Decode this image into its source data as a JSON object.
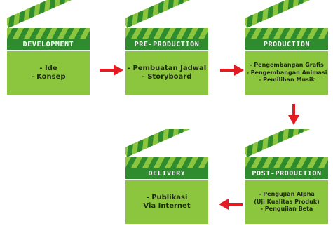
{
  "stages": [
    {
      "title": "DEVELOPMENT",
      "items": [
        "- Ide",
        "- Konsep"
      ]
    },
    {
      "title": "PRE-PRODUCTION",
      "items": [
        "- Pembuatan Jadwal",
        "- Storyboard"
      ]
    },
    {
      "title": "PRODUCTION",
      "items": [
        "- Pengembangan Grafis",
        "- Pengembangan Animasi",
        "- Pemilihan Musik"
      ]
    },
    {
      "title": "POST-PRODUCTION",
      "items": [
        "- Pengujian Alpha",
        "(Uji Kualitas Produk)",
        "- Pengujian Beta"
      ]
    },
    {
      "title": "DELIVERY",
      "items": [
        "- Publikasi",
        "Via Internet"
      ]
    }
  ],
  "colors": {
    "header_bg": "#2e8b2e",
    "body_bg": "#8cc63f",
    "stripe_light": "#8cc63f",
    "stripe_dark": "#2e8b2e",
    "arrow": "#e31b23"
  },
  "icons": {
    "board": "clapperboard-icon",
    "arrow": "arrow-icon"
  }
}
